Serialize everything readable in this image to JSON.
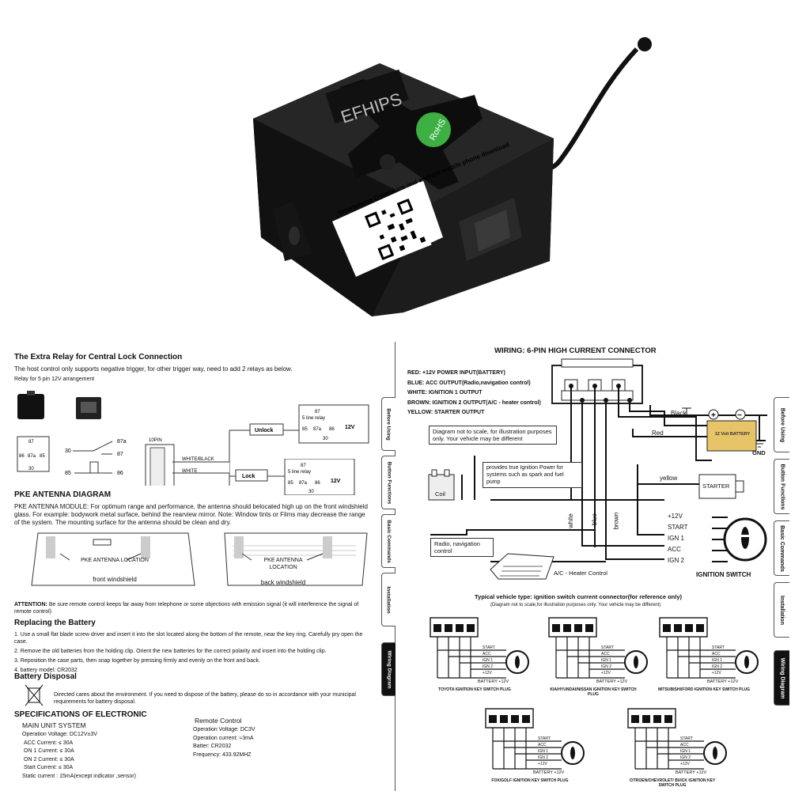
{
  "product": {
    "brand": "EFHIPS",
    "rohs": "RoHS",
    "qr_label": "Smartphone Control ios and android mobile phone download"
  },
  "left": {
    "relay_title": "The Extra Relay for Central  Lock Connection",
    "relay_text": "The host control only supports negative trigger, for other trigger way, need to add 2 relays as below.",
    "relay_caption": "Relay for 5 pin 12V arrangement",
    "pins": [
      "87",
      "86",
      "87a",
      "85",
      "30"
    ],
    "connector_label": "10PIN",
    "white_black": "WHITE/BLACK",
    "white": "WHITE",
    "unlock": "Unlock",
    "lock": "Lock",
    "five_line_relay": "5 line relay",
    "v12": "12V",
    "antenna_title": "PKE ANTENNA DIAGRAM",
    "antenna_text": "PKE ANTENNA MODULE: For optimum range and performance, the antenna should belocated high up on the front windshield glass. For example: bodywork metal surface, behind the rearview mirror. Note: Window tints or Films may decrease the range of the system. The mounting surface for the antenna should be clean and dry.",
    "antenna_location": "PKE ANTENNA LOCATION",
    "front": "front windshield",
    "back": "back windshield",
    "attention_label": "ATTENTION:",
    "attention": "Be sure remote control keeps far away from telephone or some objections with emission signal (it will interference the signal of remote control)",
    "battery_title": "Replacing the Battery",
    "battery_steps": [
      "1. Use a small flat blade screw driver and insert it into the slot located along the bottom of the remote, near the key ring. Carefully pry open the case.",
      "2. Remove the old batteries from the holding clip. Orient the new batteries for the correct polarity and insert into the holding clip.",
      "3. Reposition the case parts, then snap together by pressing firmly and evenly on the front and back.",
      "4. battery model: CR2032"
    ],
    "disposal_title": "Battery Disposal",
    "disposal": "Directed cares about the environment. If you need to dispose of the battery, please do so in accordance with your municipal requirements for battery disposal.",
    "spec_title": "SPECIFICATIONS OF ELECTRONIC",
    "main_title": "MAIN UNIT SYSTEM",
    "main": [
      "Operation Voltage:  DC12V±3V",
      "ACC  Current:  ≤  30A",
      "ON 1  Current:  ≤  30A",
      "ON 2  Current:  ≤  30A",
      "Start  Current:  ≤  30A",
      "Static current : 15mA(except indicator ,sensor)"
    ],
    "remote_title": "Remote Control",
    "remote": [
      "Operation Voltage:  DC3V",
      "Operation current:  ≈3mA",
      "Batter:  CR2032",
      "Frequency:        433.92MHZ"
    ],
    "tabs": [
      "Before Using",
      "Button Functions",
      "Basic Commands",
      "Installation",
      "Wiring Diagram"
    ]
  },
  "right": {
    "title": "WIRING: 6-PIN HIGH CURRENT CONNECTOR",
    "wires": [
      "RED: +12V POWER INPUT(BATTERY)",
      "BLUE: ACC OUTPUT(Radio,navigation control)",
      "WHITE: IGNITION 1 OUTPUT",
      "BROWN: IGNITION 2 OUTPUT(A/C - heater control)",
      "YELLOW: STARTER OUTPUT"
    ],
    "note": "Diagram not to scale, for illustration purposes only. Your vehicle may be different",
    "coil_note": "provides true Ignition Power for systems such as spark and fuel pump",
    "coil": "Coil",
    "black": "Black",
    "red": "Red",
    "battery": "12 Volt BATTERY",
    "gnd": "GND",
    "yellow": "yellow",
    "starter": "STARTER",
    "white": "white",
    "blue": "blue",
    "brown": "brown",
    "sw": [
      "+12V",
      "START",
      "IGN 1",
      "ACC",
      "IGN 2"
    ],
    "ignition_switch": "IGNITION SWITCH",
    "radio": "Radio, navigation control",
    "ac": "A/C - Heater Control",
    "typical": "Typical vehicle type: ignition switch current connector(for reference only)",
    "typical_note": "(Diagram not to scale,for illustration purposes only. Your vehicle may be different)",
    "plugs": [
      "TOYOTA IGNITION KEY SWITCH PLUG",
      "KIA/HYUNDAI/NISSAN IGNITION KEY SWITCH PLUG",
      "MITSUBISHI/FORD IGNITION KEY SWITCH PLUG",
      "FOX/GOLF IGNITION KEY SWITCH PLUG",
      "CITROEN/CHEVROLET/ BUICK IGNITION KEY SWITCH PLUG"
    ],
    "plug_lines": [
      "START",
      "ACC",
      "IGN 1",
      "IGN 2",
      "+12V"
    ],
    "battery12": "BATTERY +12V",
    "tabs": [
      "Before Using",
      "Button Functions",
      "Basic Commands",
      "Installation",
      "Wiring Diagram"
    ]
  }
}
